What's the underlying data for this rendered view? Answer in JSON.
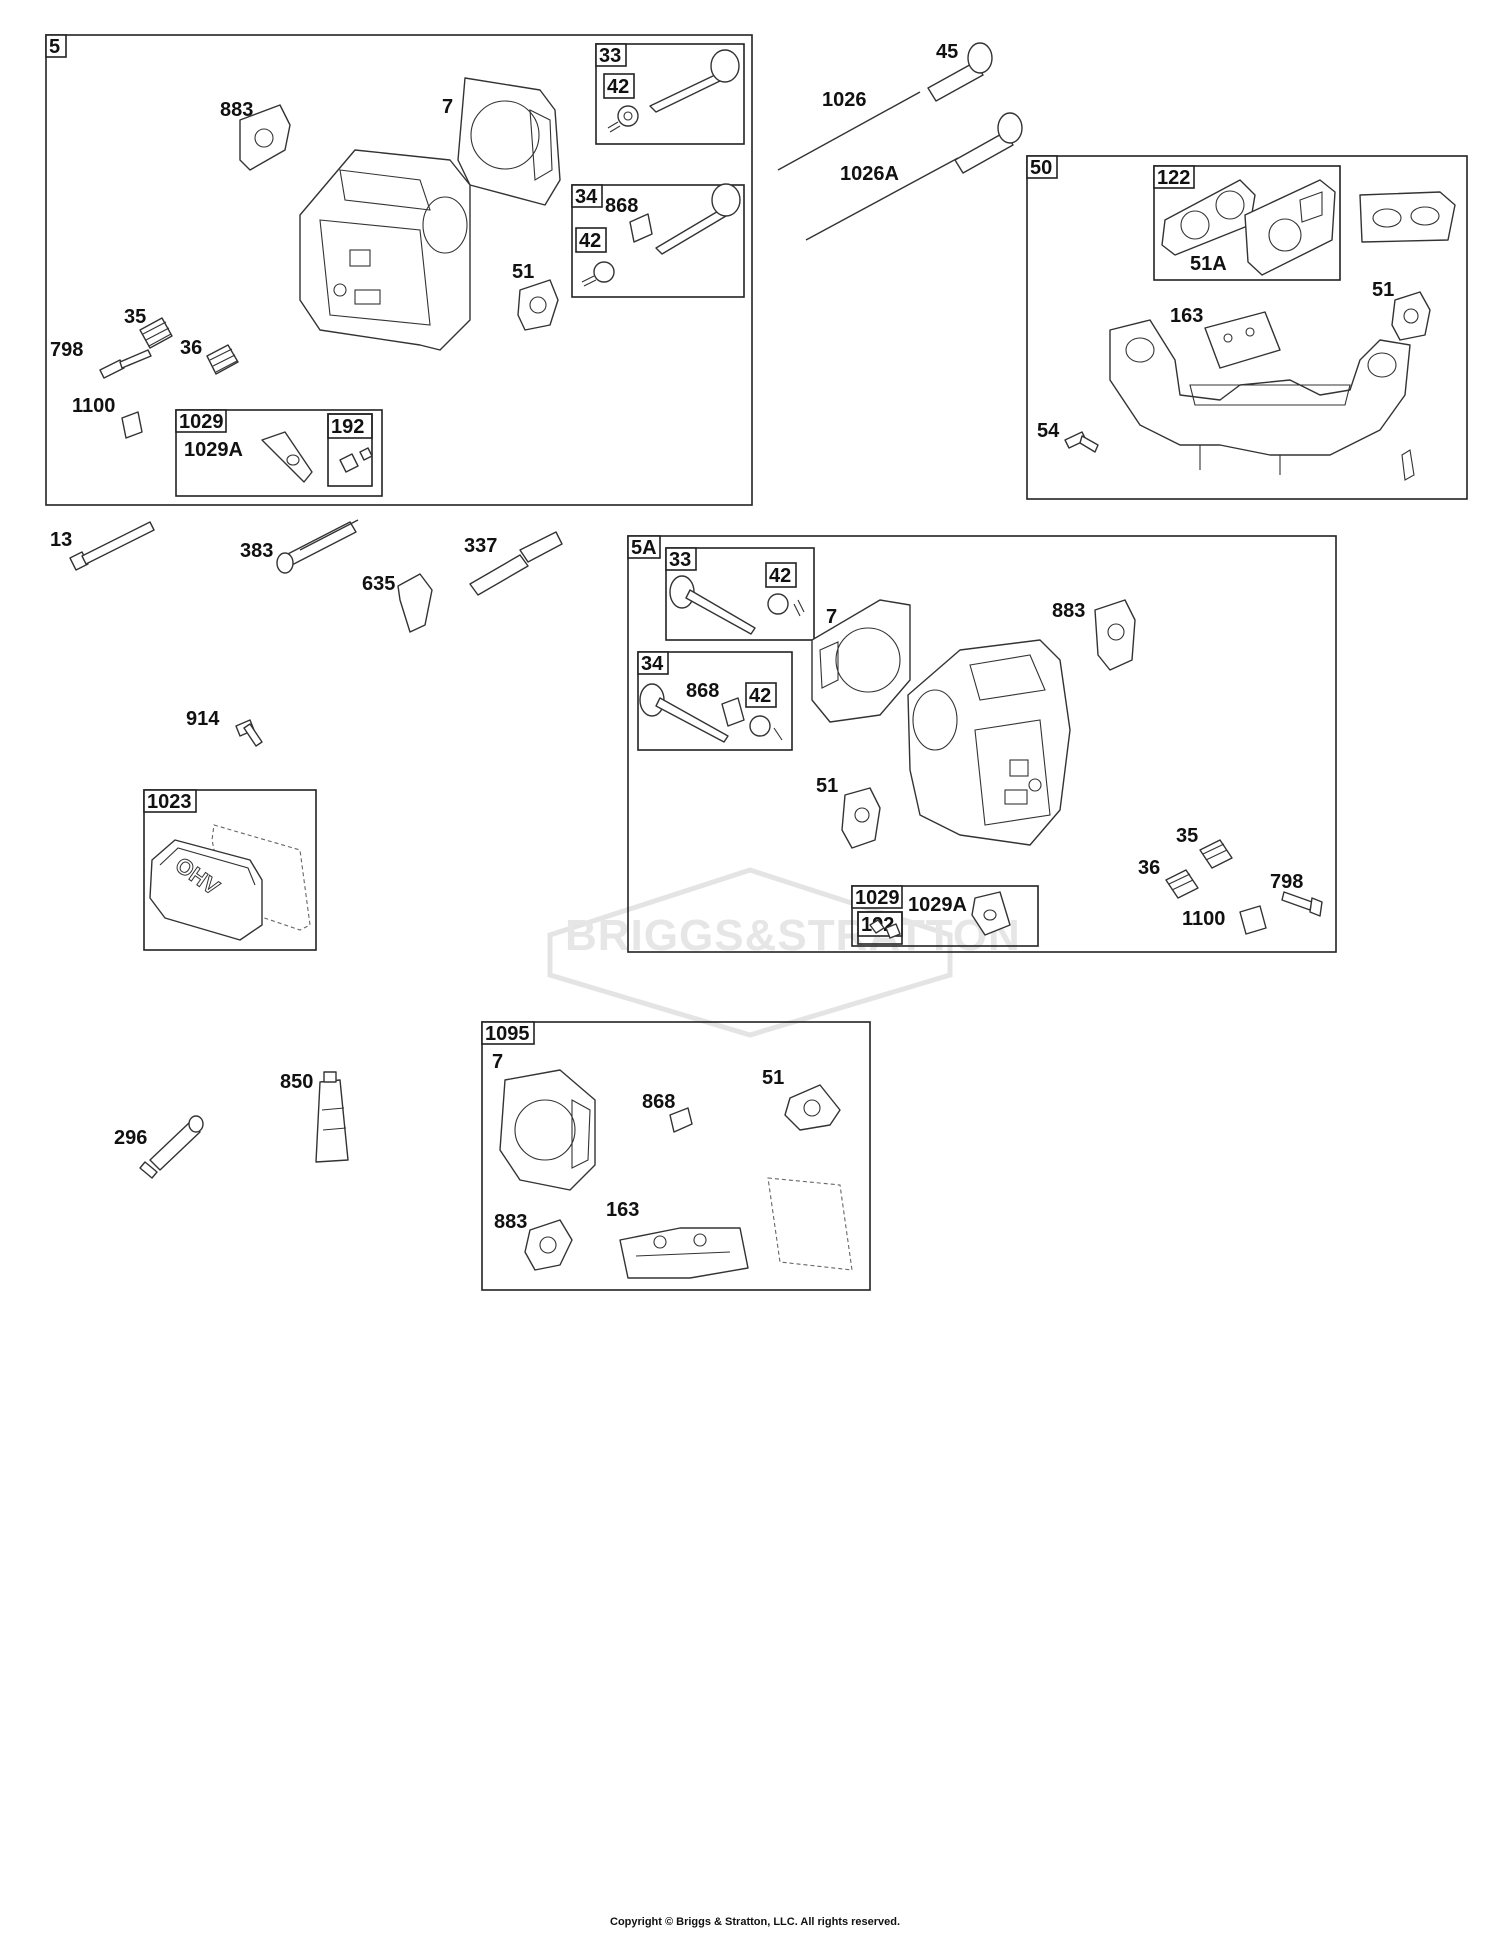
{
  "groups": {
    "g5": "5",
    "g33a": "33",
    "g42a": "42",
    "g34a": "34",
    "g42b": "42",
    "g1029a": "1029",
    "g192a": "192",
    "g50": "50",
    "g122": "122",
    "g5A": "5A",
    "g33b": "33",
    "g42c": "42",
    "g34b": "34",
    "g42d": "42",
    "g1029b": "1029",
    "g192b": "192",
    "g1023": "1023",
    "g1095": "1095"
  },
  "labels": {
    "l883a": "883",
    "l7a": "7",
    "l51a": "51",
    "l868a": "868",
    "l35a": "35",
    "l36a": "36",
    "l798a": "798",
    "l1100a": "1100",
    "l1029Aa": "1029A",
    "l45": "45",
    "l1026": "1026",
    "l1026A": "1026A",
    "l51Ab": "51A",
    "l51b": "51",
    "l163a": "163",
    "l54": "54",
    "l13": "13",
    "l383": "383",
    "l337": "337",
    "l635": "635",
    "l914": "914",
    "l7b": "7",
    "l883b": "883",
    "l868b": "868",
    "l51c": "51",
    "l35b": "35",
    "l36b": "36",
    "l798b": "798",
    "l1100b": "1100",
    "l1029Ab": "1029A",
    "l850": "850",
    "l296": "296",
    "l7c": "7",
    "l868c": "868",
    "l51d": "51",
    "l883c": "883",
    "l163b": "163"
  },
  "watermark": "BRIGGS&STRATTON",
  "copyright": "Copyright © Briggs & Stratton, LLC. All rights reserved."
}
